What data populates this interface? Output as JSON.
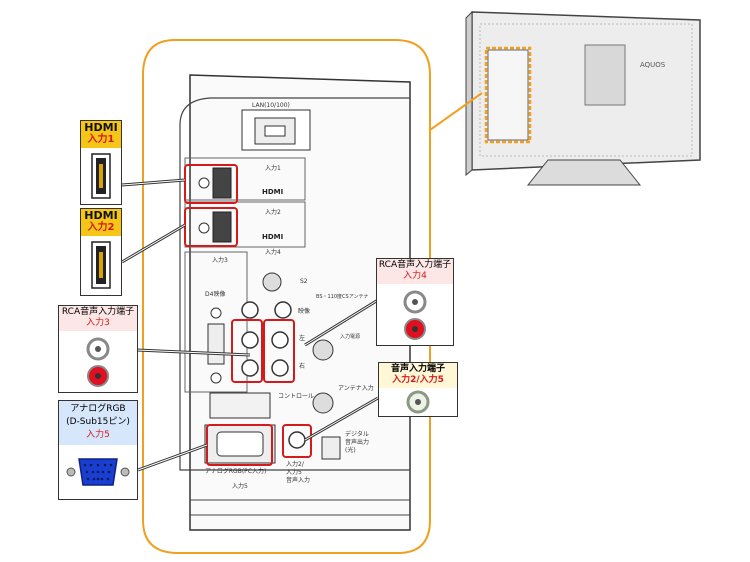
{
  "tv_brand": "AQUOS",
  "panel": {
    "lan_label": "LAN(10/100)",
    "input1_label": "入力1",
    "input2_label": "入力2",
    "hdmi_logo": "HDMI",
    "input3_label": "入力3",
    "input4_label": "入力4",
    "d4_label": "D4映像",
    "s2_label": "S2",
    "video_label": "映像",
    "audio_l_label": "左",
    "audio_r_label": "右",
    "bs_note_1": "BS・110度CSアンテナ",
    "bs_note_2": "入力電源",
    "control_label": "コントロール",
    "antenna_label": "アンテナ入力",
    "digital_out_1": "デジタル",
    "digital_out_2": "音声出力",
    "digital_out_3": "(光)",
    "analog_rgb_label": "アナログRGB(PC入力)",
    "input5_label": "入力5",
    "audio_in_1": "入力2/",
    "audio_in_2": "入力5",
    "audio_in_3": "音声入力"
  },
  "callouts": {
    "hdmi1": {
      "title": "HDMI",
      "sub": "入力1"
    },
    "hdmi2": {
      "title": "HDMI",
      "sub": "入力2"
    },
    "rca3": {
      "title": "RCA音声入力端子",
      "sub": "入力3"
    },
    "rca4": {
      "title": "RCA音声入力端子",
      "sub": "入力4"
    },
    "analog": {
      "line1": "アナログRGB",
      "line2": "(D-Sub15ピン)",
      "line3": "入力5"
    },
    "audio25": {
      "title": "音声入力端子",
      "sub": "入力2/入力5"
    }
  },
  "colors": {
    "orange": "#f0a020",
    "red": "#d41a1a",
    "yellow": "#f5c518",
    "blue": "#1a3fd0",
    "rca_red": "#e01020"
  }
}
